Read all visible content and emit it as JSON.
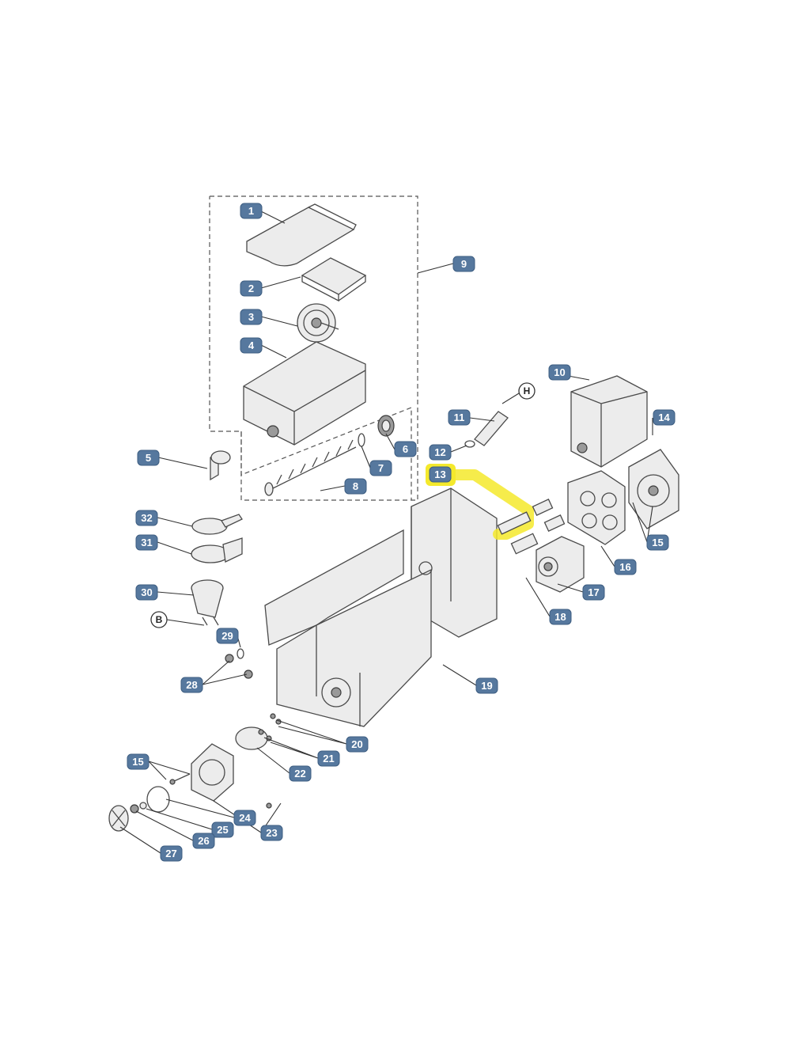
{
  "highlight_color": "#f4e92c",
  "callout_color": "#56789e",
  "callouts": [
    "1",
    "2",
    "3",
    "4",
    "5",
    "6",
    "7",
    "8",
    "9",
    "10",
    "11",
    "12",
    "13",
    "14",
    "15",
    "16",
    "17",
    "18",
    "19",
    "20",
    "21",
    "22",
    "15",
    "24",
    "25",
    "26",
    "27",
    "23",
    "28",
    "29",
    "30",
    "31",
    "32"
  ],
  "refs": [
    "H",
    "B"
  ],
  "highlighted_part": "13"
}
